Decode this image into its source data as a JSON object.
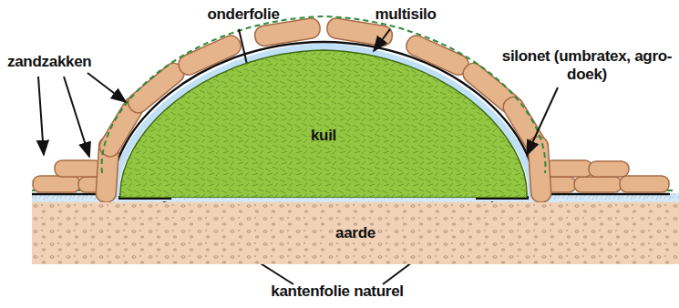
{
  "diagram": {
    "nodes": [
      {
        "text": [
          "kuil"
        ]
      },
      {
        "text": [
          "aarde"
        ]
      }
    ],
    "labels": [
      "zandzakken",
      "onderfolie",
      "multisilo",
      "silonet (umbratex, agro-doek)",
      "kantenfolie naturel"
    ]
  }
}
